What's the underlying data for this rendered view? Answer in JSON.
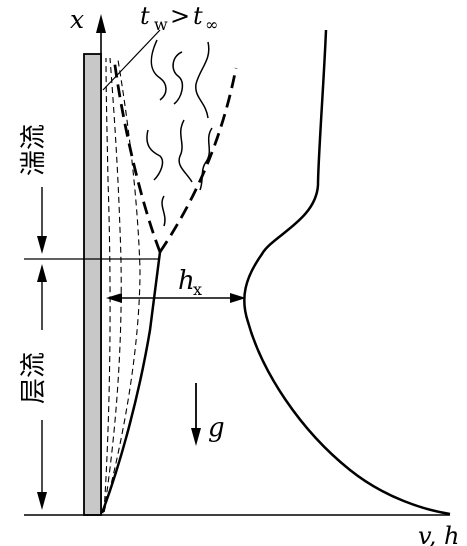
{
  "labels": {
    "x_axis": "x",
    "t_w": "t",
    "t_w_sub": "w",
    "gt": ">",
    "t_inf": "t",
    "t_inf_sub": "∞",
    "h_x": "h",
    "h_x_sub": "x",
    "g": "g",
    "turbulent": "湍流",
    "laminar": "层流",
    "bottom_axis": "v, h"
  },
  "colors": {
    "stroke": "#000000",
    "plate_fill": "#c8c8c8",
    "background": "#ffffff"
  }
}
